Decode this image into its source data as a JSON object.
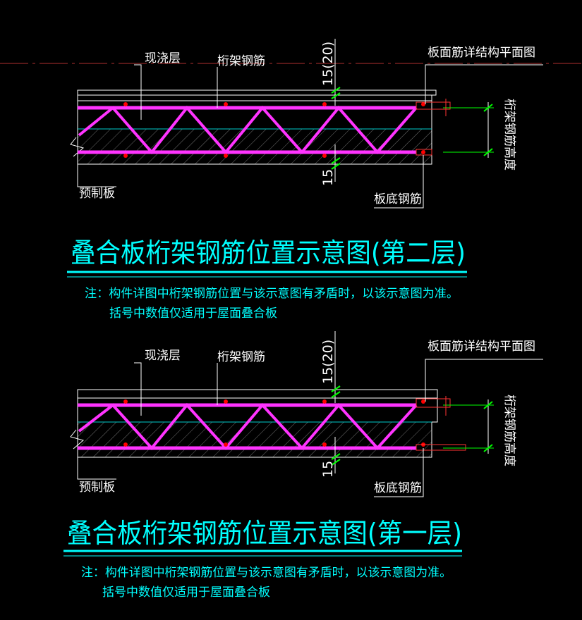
{
  "colors": {
    "background": "#000000",
    "truss": "#ff33ff",
    "title": "#00ffff",
    "dimension": "#00ff00",
    "rebar_dot": "#ff0000",
    "centerline": "#b03030",
    "outline": "#ffffff"
  },
  "diagrams": [
    {
      "labels": {
        "cast_layer": "现浇层",
        "truss_rebar": "桁架钢筋",
        "top_dim": "15(20)",
        "top_rebar_ref": "板面筋详结构平面图",
        "truss_height": "桁架钢筋高度",
        "precast_slab": "预制板",
        "bottom_dim": "15",
        "bottom_rebar": "板底钢筋"
      },
      "title": "叠合板桁架钢筋位置示意图(第二层)",
      "note_line1": "注：构件详图中桁架钢筋位置与该示意图有矛盾时，以该示意图为准。",
      "note_line2": "括号中数值仅适用于屋面叠合板"
    },
    {
      "labels": {
        "cast_layer": "现浇层",
        "truss_rebar": "桁架钢筋",
        "top_dim": "15(20)",
        "top_rebar_ref": "板面筋详结构平面图",
        "truss_height": "桁架钢筋高度",
        "precast_slab": "预制板",
        "bottom_dim": "15",
        "bottom_rebar": "板底钢筋"
      },
      "title": "叠合板桁架钢筋位置示意图(第一层)",
      "note_line1": "注：构件详图中桁架钢筋位置与该示意图有矛盾时，以该示意图为准。",
      "note_line2": "括号中数值仅适用于屋面叠合板"
    }
  ]
}
